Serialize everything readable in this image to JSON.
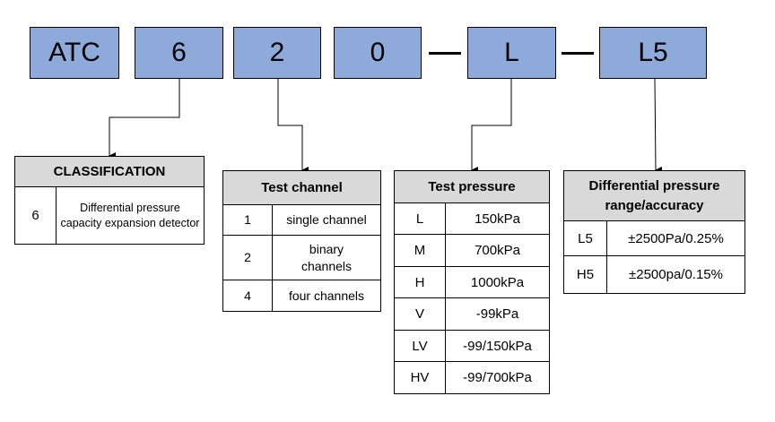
{
  "code_parts": [
    "ATC",
    "6",
    "2",
    "0",
    "L",
    "L5"
  ],
  "classification": {
    "header": "CLASSIFICATION",
    "rows": [
      {
        "code": "6",
        "desc": "Differential pressure capacity expansion detector"
      }
    ]
  },
  "test_channel": {
    "header": "Test channel",
    "rows": [
      {
        "code": "1",
        "desc": "single channel"
      },
      {
        "code": "2",
        "desc": "binary channels"
      },
      {
        "code": "4",
        "desc": "four channels"
      }
    ]
  },
  "test_pressure": {
    "header": "Test pressure",
    "rows": [
      {
        "code": "L",
        "desc": "150kPa"
      },
      {
        "code": "M",
        "desc": "700kPa"
      },
      {
        "code": "H",
        "desc": "1000kPa"
      },
      {
        "code": "V",
        "desc": "-99kPa"
      },
      {
        "code": "LV",
        "desc": "-99/150kPa"
      },
      {
        "code": "HV",
        "desc": "-99/700kPa"
      }
    ]
  },
  "pressure_range": {
    "header": "Differential pressure range/accuracy",
    "rows": [
      {
        "code": "L5",
        "desc": "±2500Pa/0.25%"
      },
      {
        "code": "H5",
        "desc": "±2500pa/0.15%"
      }
    ]
  },
  "colors": {
    "code_box_fill": "#8eaadb",
    "header_fill": "#d9d9d9"
  }
}
